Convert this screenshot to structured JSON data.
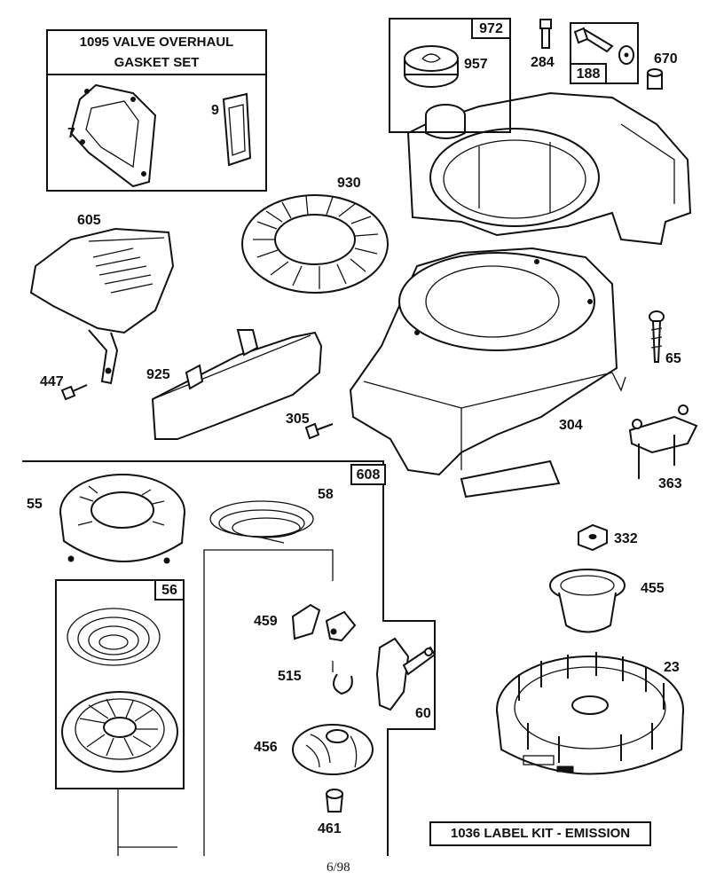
{
  "kits": {
    "valve_gasket": {
      "title_line1": "1095 VALVE OVERHAUL",
      "title_line2": "GASKET SET"
    },
    "label_kit": "1036 LABEL KIT - EMISSION"
  },
  "group_tags": {
    "t972": "972",
    "t188": "188",
    "t608": "608",
    "t56": "56"
  },
  "part_labels": {
    "p7": "7",
    "p9": "9",
    "p957": "957",
    "p284": "284",
    "p670": "670",
    "p930": "930",
    "p605": "605",
    "p65": "65",
    "p447": "447",
    "p925": "925",
    "p305": "305",
    "p304": "304",
    "p363": "363",
    "p55": "55",
    "p58": "58",
    "p332": "332",
    "p455": "455",
    "p459": "459",
    "p515": "515",
    "p60": "60",
    "p23": "23",
    "p456": "456",
    "p461": "461"
  },
  "footer": {
    "code": "6/98"
  }
}
